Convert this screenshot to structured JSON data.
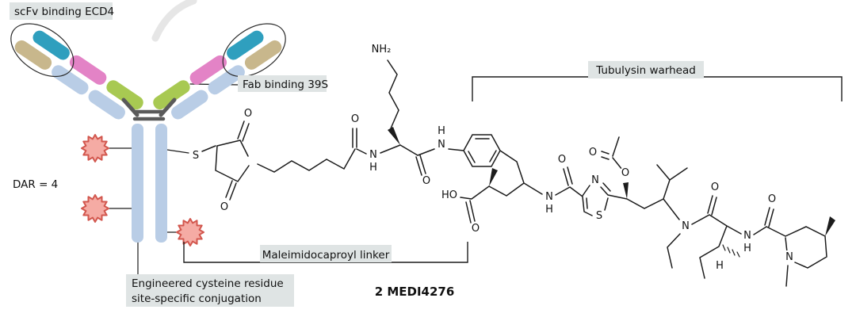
{
  "figure": {
    "caption": "2 MEDI4276",
    "annotations": {
      "scfv": "scFv binding ECD4",
      "fab": "Fab binding 39S",
      "dar": "DAR = 4",
      "cysteine1": "Engineered cysteine residue",
      "cysteine2": "site-specific conjugation",
      "linker": "Maleimidocaproyl linker",
      "warhead": "Tubulysin warhead"
    },
    "atoms": {
      "amine": "NH₂",
      "oxygen": "O",
      "nitrogen": "N",
      "hydrogen": "H",
      "sulfur": "S",
      "hydroxyl": "HO"
    },
    "colors": {
      "domain_blue": "#b9cde6",
      "domain_teal": "#2f9fbe",
      "domain_tan": "#c8b78c",
      "domain_pink": "#e383c6",
      "domain_green": "#a8c952",
      "hinge": "#5a5a5a",
      "star_fill": "#f5aba4",
      "star_stroke": "#d2574e",
      "highlight": "#dfe4e4",
      "bond": "#1c1c1c"
    }
  }
}
